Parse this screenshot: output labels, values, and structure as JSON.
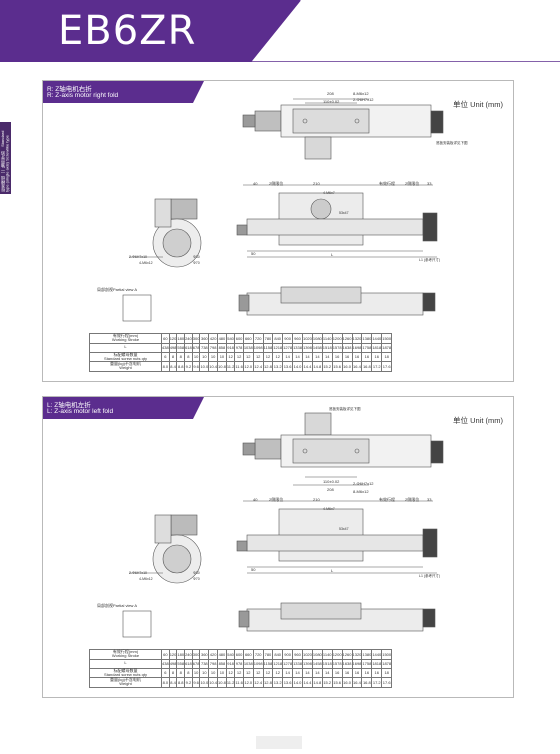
{
  "header": {
    "model": "EB6ZR",
    "band_color": "#5b2d8e"
  },
  "side_tab": {
    "text": "标准模组（一轴带导轨） Standard type (single axis) Screwlike type"
  },
  "unit_label": "单位 Unit (mm)",
  "sections": [
    {
      "title_cn": "R: Z轴电机右折",
      "title_en": "R: Z-axis motor right fold",
      "table": {
        "stroke_label": [
          "有效行程(mm)",
          "Working  Stroke"
        ],
        "stroke": [
          60,
          120,
          180,
          240,
          300,
          360,
          420,
          480,
          540,
          600,
          660,
          720,
          780,
          840,
          900,
          960,
          1020,
          1080,
          1140,
          1200,
          1260,
          1320,
          1380,
          1440,
          1500
        ],
        "L_label": "L",
        "L": [
          438,
          498,
          558,
          618,
          678,
          738,
          798,
          858,
          918,
          978,
          1038,
          1098,
          1158,
          1218,
          1278,
          1338,
          1398,
          1458,
          1518,
          1578,
          1638,
          1698,
          1758,
          1818,
          1878
        ],
        "nut_label": [
          "标配螺母数量",
          "Standard screw nuts qty"
        ],
        "nuts": [
          6,
          8,
          8,
          8,
          10,
          10,
          10,
          10,
          12,
          12,
          12,
          12,
          12,
          12,
          14,
          14,
          14,
          14,
          14,
          16,
          16,
          16,
          16,
          16,
          18
        ],
        "weight_label": [
          "重量(kg)不含电机",
          "Weight"
        ],
        "weight": [
          "8.0",
          "8.4",
          "8.8",
          "9.2",
          "9.6",
          "10.0",
          "10.4",
          "10.8",
          "11.2",
          "11.6",
          "12.0",
          "12.4",
          "12.8",
          "13.2",
          "13.6",
          "14.0",
          "14.4",
          "14.8",
          "15.2",
          "15.6",
          "16.0",
          "16.4",
          "16.8",
          "17.2",
          "17.6"
        ]
      },
      "dims": {
        "top": [
          "208",
          "110±0.02",
          "8-M6x12",
          "2-Φ6H7x12",
          "底板安装板详见下图"
        ],
        "front": [
          "40",
          "2侧限位",
          "210",
          "有效行程",
          "2侧限位",
          "33",
          "L",
          "L1 (参考尺寸)",
          "50",
          "4-M6x7",
          "53x47"
        ],
        "side": [
          "2-Φ6H7x10",
          "4-M6x12",
          "Φ30",
          "Φ70"
        ],
        "sectional": "局部剖视Partial view A"
      }
    },
    {
      "title_cn": "L: Z轴电机左折",
      "title_en": "L: Z-axis motor left fold",
      "table": {
        "stroke_label": [
          "有效行程(mm)",
          "Working  Stroke"
        ],
        "stroke": [
          60,
          120,
          180,
          240,
          300,
          360,
          420,
          480,
          540,
          600,
          660,
          720,
          780,
          840,
          900,
          960,
          1020,
          1080,
          1140,
          1200,
          1260,
          1320,
          1380,
          1440,
          1500
        ],
        "L_label": "L",
        "L": [
          438,
          498,
          558,
          618,
          678,
          738,
          798,
          858,
          918,
          978,
          1038,
          1098,
          1158,
          1218,
          1278,
          1338,
          1398,
          1458,
          1518,
          1578,
          1638,
          1698,
          1758,
          1818,
          1878
        ],
        "nut_label": [
          "标配螺母数量",
          "Standard screw nuts qty"
        ],
        "nuts": [
          6,
          8,
          8,
          8,
          10,
          10,
          10,
          10,
          12,
          12,
          12,
          12,
          12,
          12,
          14,
          14,
          14,
          14,
          14,
          16,
          16,
          16,
          16,
          16,
          18
        ],
        "weight_label": [
          "重量(kg)不含电机",
          "Weight"
        ],
        "weight": [
          "8.0",
          "8.4",
          "8.8",
          "9.2",
          "9.6",
          "10.0",
          "10.4",
          "10.8",
          "11.2",
          "11.6",
          "12.0",
          "12.4",
          "12.8",
          "13.2",
          "13.6",
          "14.0",
          "14.4",
          "14.8",
          "15.2",
          "15.6",
          "16.0",
          "16.4",
          "16.8",
          "17.2",
          "17.6"
        ]
      },
      "dims": {
        "top": [
          "208",
          "110±0.02",
          "8-M6x12",
          "2-Φ6H7x12",
          "底板安装板详见下图"
        ],
        "front": [
          "40",
          "2侧限位",
          "210",
          "有效行程",
          "2侧限位",
          "33",
          "L",
          "L1 (参考尺寸)",
          "50",
          "4-M6x7",
          "53x47"
        ],
        "side": [
          "2-Φ6H7x10",
          "4-M6x12",
          "Φ30",
          "Φ70"
        ],
        "sectional": "局部剖视Partial view A"
      }
    }
  ]
}
